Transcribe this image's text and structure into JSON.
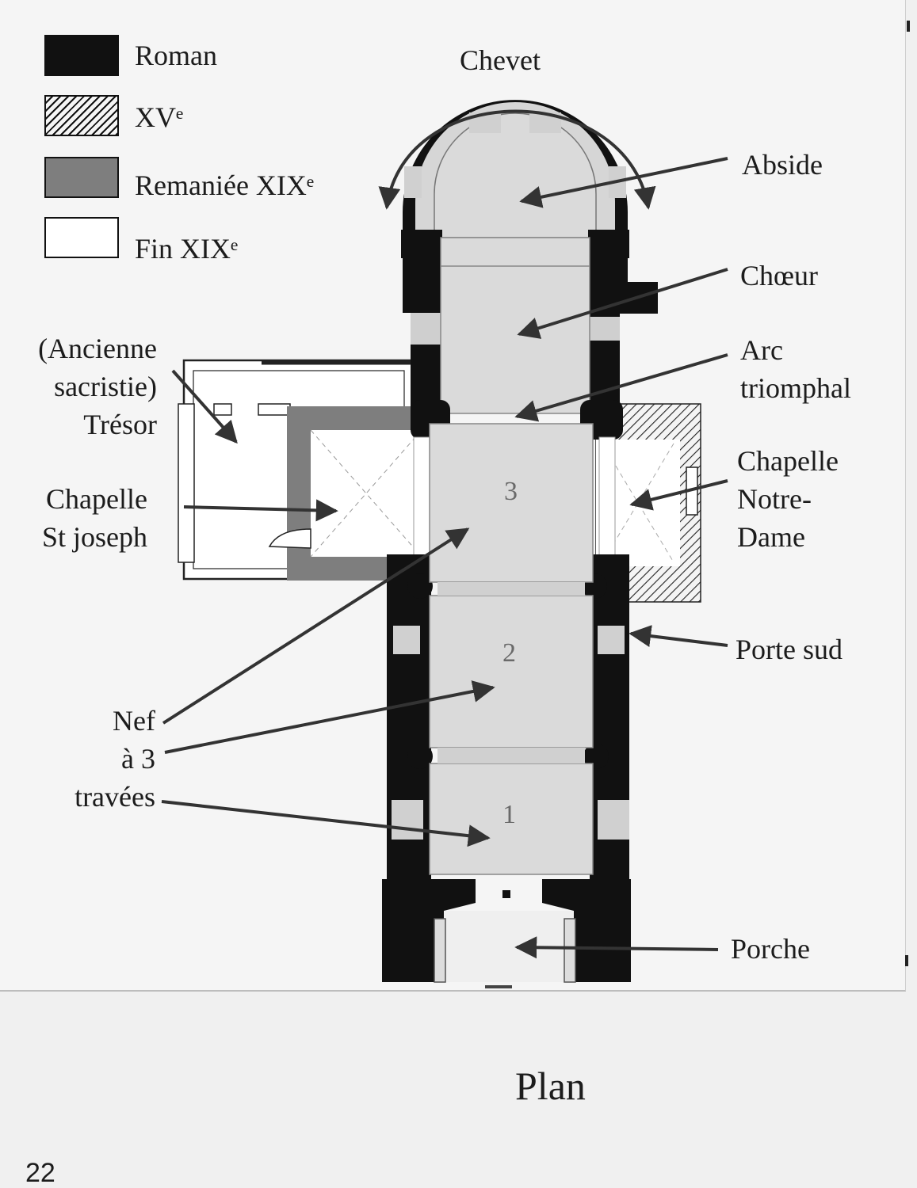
{
  "legend": {
    "items": [
      {
        "label": "Roman",
        "style": "solid",
        "color": "#111111"
      },
      {
        "label": "XVᵉ",
        "style": "hatched",
        "color": "#111111"
      },
      {
        "label": "Remaniée XIXᵉ",
        "style": "gray",
        "color": "#7e7e7e"
      },
      {
        "label": "Fin XIXᵉ",
        "style": "white",
        "color": "#ffffff"
      }
    ]
  },
  "labels": {
    "chevet": "Chevet",
    "abside": "Abside",
    "choeur": "Chœur",
    "arc": [
      "Arc",
      "triomphal"
    ],
    "sacristie": [
      "(Ancienne",
      "sacristie)",
      "Trésor"
    ],
    "chapelle_st_joseph": [
      "Chapelle",
      "St joseph"
    ],
    "chapelle_notre_dame": [
      "Chapelle",
      "Notre-",
      "Dame"
    ],
    "porte_sud": "Porte sud",
    "nef": [
      "Nef",
      "à 3",
      "travées"
    ],
    "porche": "Porche"
  },
  "bays": [
    "3",
    "2",
    "1"
  ],
  "caption": "Plan",
  "page_number": "22",
  "colors": {
    "roman": "#111111",
    "remaniee": "#7e7e7e",
    "interior": "#dadada",
    "arrow": "#333333"
  }
}
